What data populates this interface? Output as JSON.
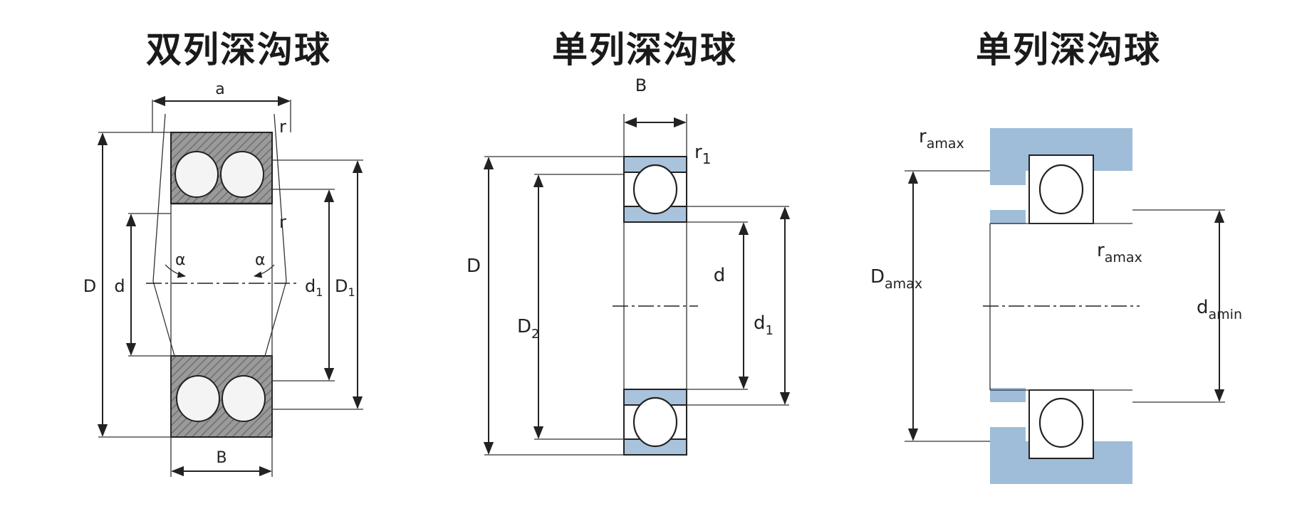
{
  "panels": [
    {
      "title": "双列深沟球",
      "labels": {
        "a": "a",
        "r_top": "r",
        "r_mid": "r",
        "alpha_left": "α",
        "alpha_right": "α",
        "D": "D",
        "d": "d",
        "d1": "d",
        "d1_sub": "1",
        "D1": "D",
        "D1_sub": "1",
        "B": "B"
      }
    },
    {
      "title": "单列深沟球",
      "labels": {
        "B": "B",
        "r1": "r",
        "r1_sub": "1",
        "D": "D",
        "D2": "D",
        "D2_sub": "2",
        "d": "d",
        "d1": "d",
        "d1_sub": "1"
      }
    },
    {
      "title": "单列深沟球",
      "labels": {
        "ramax_top": "r",
        "ramax_top_sub": "amax",
        "ramax_mid": "r",
        "ramax_mid_sub": "amax",
        "Damax": "D",
        "Damax_sub": "amax",
        "damin": "d",
        "damin_sub": "amin"
      }
    }
  ],
  "colors": {
    "ring_blue": "#a9c3dc",
    "housing_blue": "#9fbdd8",
    "hatch_gray": "#8a8a8a",
    "line": "#222222"
  }
}
